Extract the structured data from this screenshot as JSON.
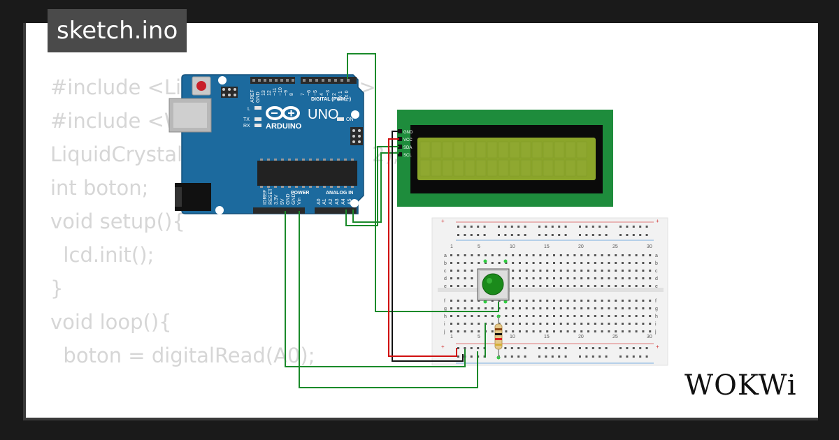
{
  "file": {
    "name": "sketch.ino"
  },
  "code": {
    "lines": [
      "#include <LiquidCrystal_I2C.h>",
      "#include <Wire.h>",
      "LiquidCrystal_I2C lcd(0x27, 16, 2);",
      "int boton;",
      "void setup(){",
      "  lcd.init();",
      "",
      "}",
      "void loop(){",
      "",
      "  boton = digitalRead(A0);"
    ]
  },
  "arduino": {
    "brand": "ARDUINO",
    "model": "UNO",
    "digital_header": "DIGITAL (PWM ~)",
    "analog_header": "ANALOG IN",
    "power_header": "POWER",
    "led_l": "L",
    "led_tx": "TX",
    "led_rx": "RX",
    "led_on": "ON",
    "digital_pins": [
      "AREF",
      "GND",
      "13",
      "12",
      "~11",
      "~10",
      "~9",
      "8",
      "7",
      "~6",
      "~5",
      "4",
      "~3",
      "2",
      "TX 1",
      "RX 0"
    ],
    "power_pins": [
      "IOREF",
      "RESET",
      "3.3V",
      "5V",
      "GND",
      "GND",
      "Vin"
    ],
    "analog_pins": [
      "A0",
      "A1",
      "A2",
      "A3",
      "A4",
      "A5"
    ]
  },
  "lcd": {
    "pins": [
      "GND",
      "VCC",
      "SDA",
      "SCL"
    ]
  },
  "breadboard": {
    "column_numbers": [
      "1",
      "5",
      "10",
      "15",
      "20",
      "25",
      "30"
    ],
    "row_letters_top": [
      "a",
      "b",
      "c",
      "d",
      "e"
    ],
    "row_letters_bottom": [
      "f",
      "g",
      "h",
      "i",
      "j"
    ]
  },
  "brand": {
    "logo_text": "WOKWi"
  },
  "colors": {
    "background": "#1a1a1a",
    "canvas": "#ffffff",
    "tag_bg": "#4a4a4a",
    "code_text": "#d6d6d6",
    "arduino_blue": "#1c6a9e",
    "lcd_pcb": "#1e8c3c",
    "lcd_screen": "#8ba52a",
    "wire_green": "#1a8a2a",
    "wire_red": "#d01010",
    "wire_black": "#111111"
  }
}
